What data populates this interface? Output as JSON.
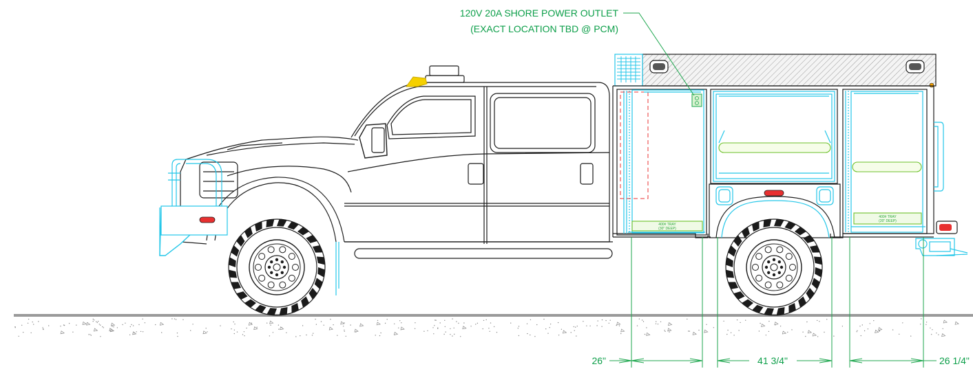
{
  "note": {
    "line1": "120V 20A SHORE POWER OUTLET",
    "line2": "(EXACT LOCATION TBD @ PCM)"
  },
  "dimensions": [
    {
      "id": "front-compartment",
      "label": "26\""
    },
    {
      "id": "middle-compartment",
      "label": "41 3/4\""
    },
    {
      "id": "rear-compartment",
      "label": "26 1/4\""
    }
  ],
  "trays": [
    {
      "line1": "400# TRAY",
      "line2": "(30\" DEEP)"
    },
    {
      "line1": "400# TRAY",
      "line2": "(20\" DEEP)"
    }
  ],
  "colors": {
    "outline": "#1b1b1b",
    "body_equipment": "#22c6e8",
    "dimension": "#1ca64d",
    "shelf": "#6cc02a",
    "hidden_line": "#e83030",
    "beacon": "#f5d000",
    "marker_lamp": "#e83030"
  }
}
